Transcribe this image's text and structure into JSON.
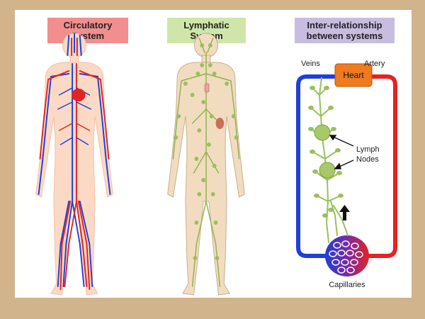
{
  "panels": {
    "circulatory": {
      "line1": "Circulatory",
      "line2": "System"
    },
    "lymphatic": {
      "line1": "Lymphatic",
      "line2": "System"
    },
    "inter": {
      "line1": "Inter-relationship",
      "line2": "between systems"
    }
  },
  "diagram_labels": {
    "veins": "Veins",
    "heart": "Heart",
    "artery": "Artery",
    "lymph_line1": "Lymph",
    "lymph_line2": "Nodes",
    "capillaries": "Capillaries"
  },
  "colors": {
    "background": "#d1b48c",
    "panel": "#ffffff",
    "circulatory_label": "#f28e8e",
    "lymphatic_label": "#cfe6a8",
    "inter_label": "#c8bde0",
    "skin": "#fbd9c4",
    "vein_blue": "#1f3fd6",
    "artery_red": "#e52222",
    "heart_orange": "#f07a1e",
    "lymph_green": "#9bbf5c"
  }
}
